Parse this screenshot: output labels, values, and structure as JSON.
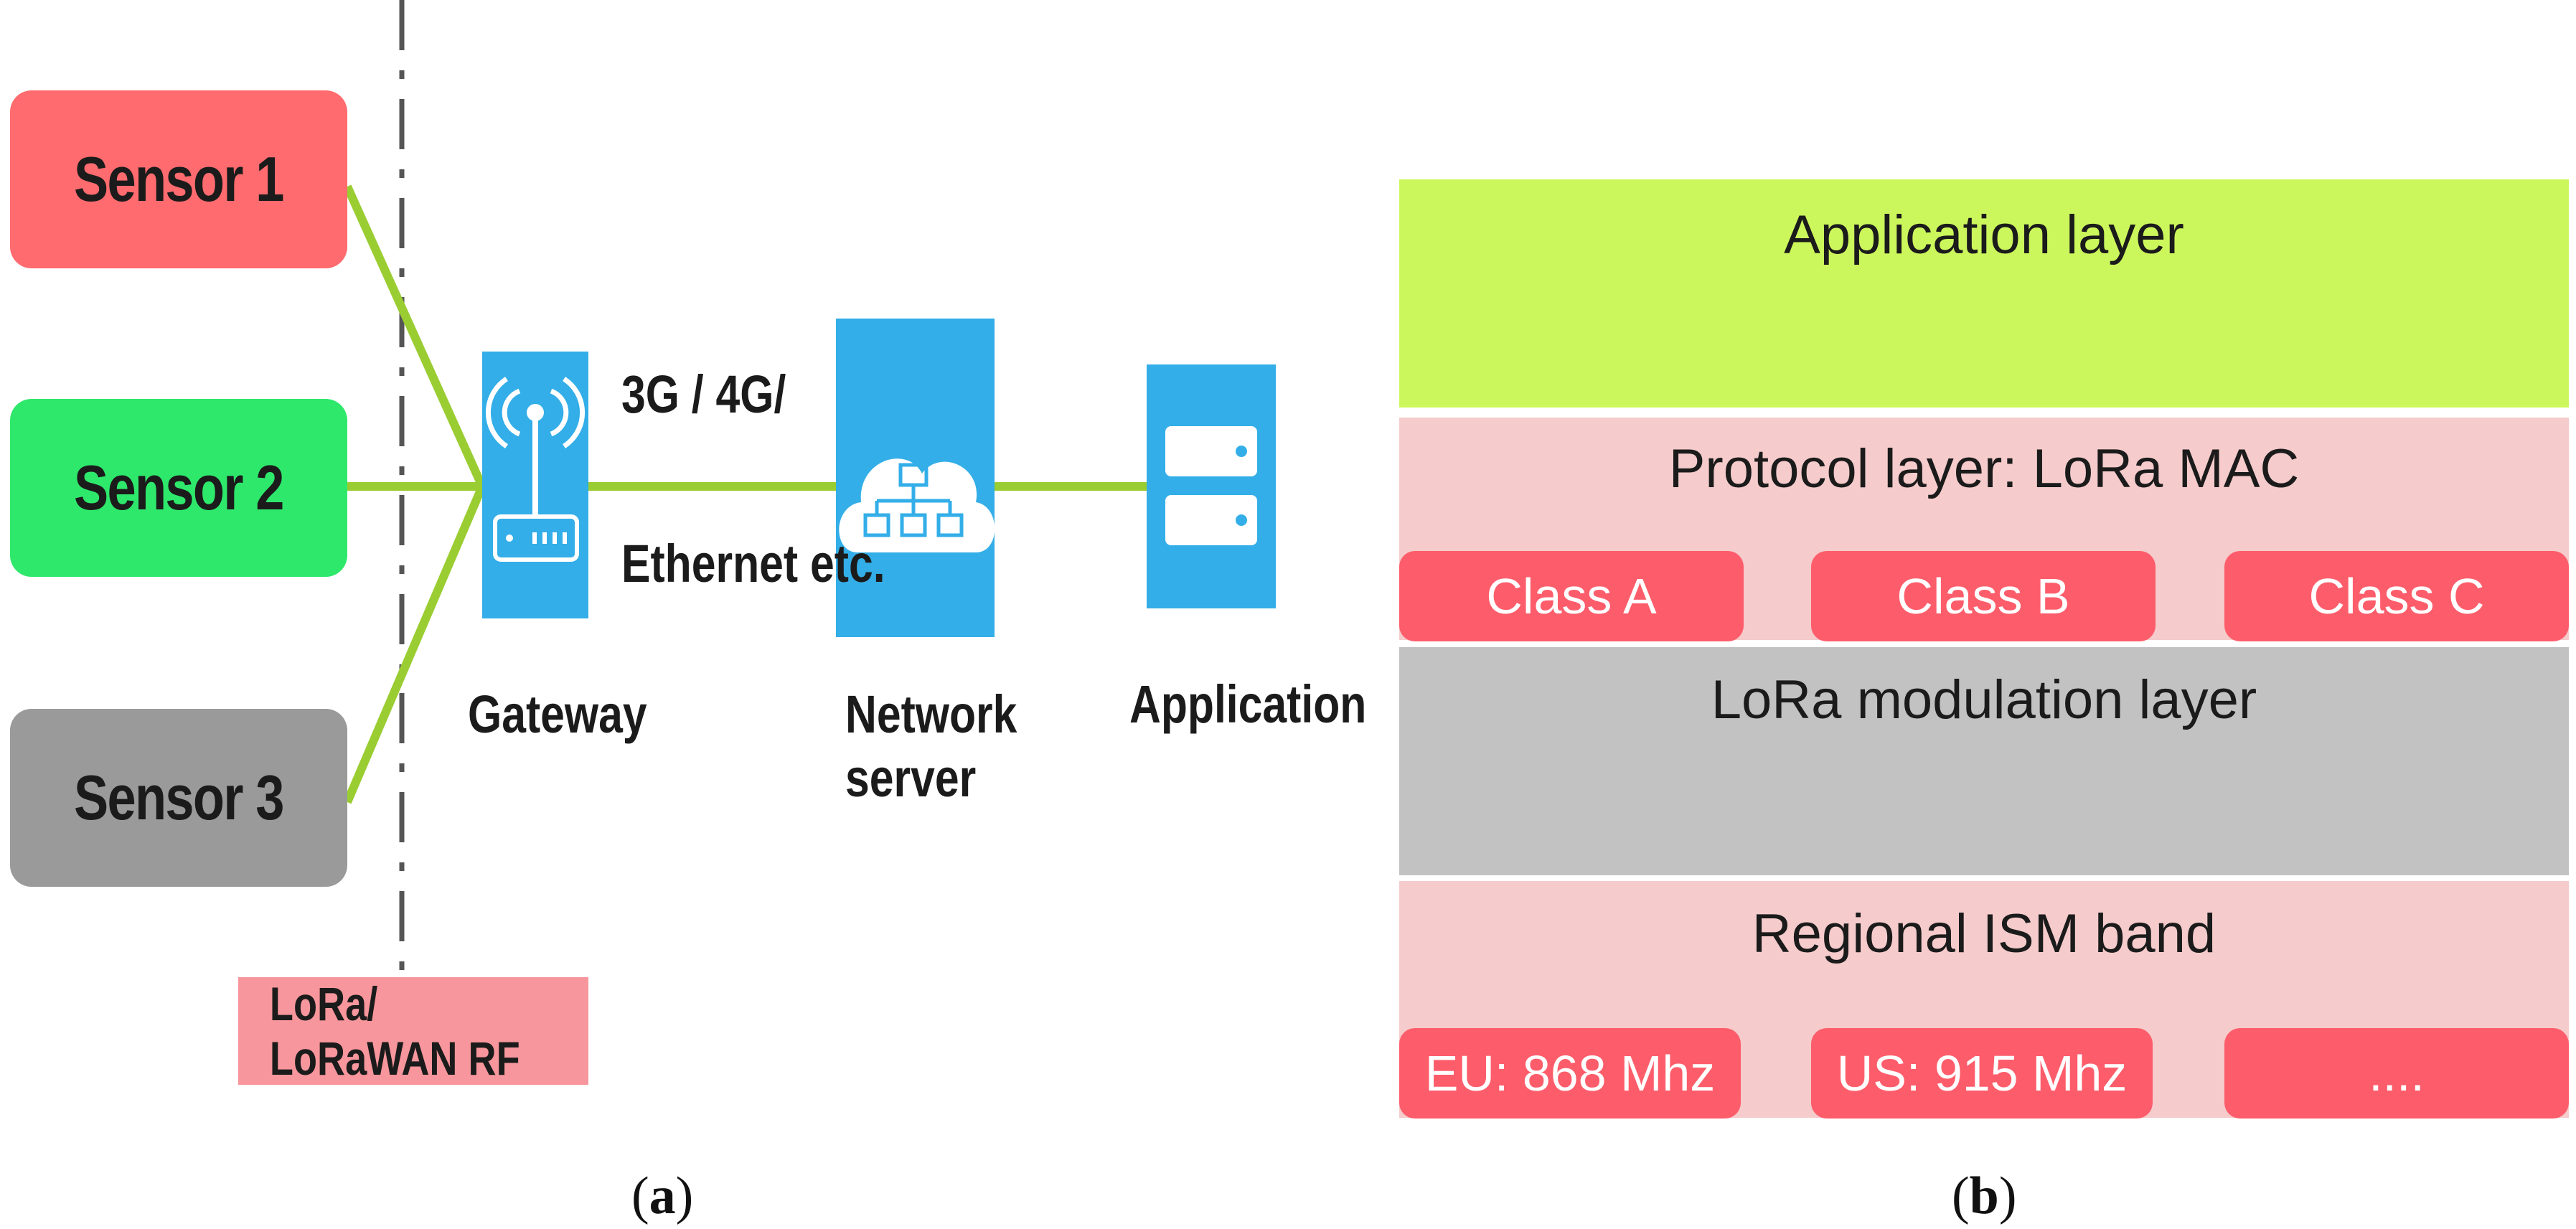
{
  "panel_a": {
    "sensors": [
      "Sensor 1",
      "Sensor 2",
      "Sensor 3"
    ],
    "link_label_line1": "3G / 4G/",
    "link_label_line2": "Ethernet etc.",
    "gateway_label": "Gateway",
    "network_server_label_line1": "Network",
    "network_server_label_line2": "server",
    "application_label": "Application",
    "rf_label": "LoRa/ LoRaWAN RF",
    "caption": "a"
  },
  "panel_b": {
    "application_layer": "Application layer",
    "protocol_layer": "Protocol layer: LoRa MAC",
    "classes": [
      "Class A",
      "Class B",
      "Class C"
    ],
    "modulation_layer": "LoRa modulation layer",
    "ism_band": "Regional ISM band",
    "bands": [
      "EU: 868 Mhz",
      "US: 915 Mhz",
      "...."
    ],
    "caption": "b"
  },
  "colors": {
    "sensor_1": "#ff6b6e",
    "sensor_2": "#2ee86b",
    "sensor_3": "#9a9a9a",
    "wire": "#9acd32",
    "icon": "#33aee8",
    "application_layer": "#ccf75c",
    "protocol_layer": "#f5cbcb",
    "modulation_layer": "#c2c2c2",
    "pill": "#fd5d6b"
  }
}
